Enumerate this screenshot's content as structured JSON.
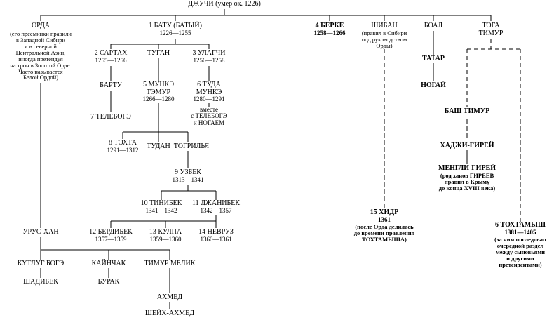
{
  "root": {
    "name": "ДЖУЧИ",
    "note": "(умер ок. 1226)"
  },
  "orda": {
    "name": "ОРДА",
    "note": [
      "(его преемники правили",
      "в Западной Сибири",
      "и в северной",
      "Центральной Азии,",
      "иногда претендуя",
      "на трон в Золотой Орде.",
      "Часто называется",
      "Белой Ордой)"
    ]
  },
  "batu": {
    "name": "1 БАТУ (БАТЫЙ)",
    "dates": "1226—1255"
  },
  "berke": {
    "name": "4 БЕРКЕ",
    "dates": "1258—1266"
  },
  "shiban": {
    "name": "ШИБАН",
    "note": [
      "(правил в Сибири",
      "под руководством",
      "Орды)"
    ]
  },
  "boal": {
    "name": "БОАЛ"
  },
  "toga": {
    "name": [
      "ТОГА",
      "ТИМУР"
    ]
  },
  "sartakh": {
    "name": "2 САРТАХ",
    "dates": "1255—1256"
  },
  "tugan": {
    "name": "ТУГАН"
  },
  "ulagchi": {
    "name": "3 УЛАГЧИ",
    "dates": "1256—1258"
  },
  "tatar": {
    "name": "ТАТАР"
  },
  "nogai": {
    "name": "НОГАЙ"
  },
  "bartu": {
    "name": "БАРТУ"
  },
  "munke": {
    "name": [
      "5 МУНКЭ",
      "ТЭМУР"
    ],
    "dates": "1266—1280"
  },
  "tuda": {
    "name": [
      "6 ТУДА",
      "МУНКЭ"
    ],
    "dates": "1280—1291"
  },
  "together": {
    "note": [
      "вместе",
      "с ТЕЛЕБОГЭ",
      "и НОГАЕМ"
    ]
  },
  "telebuga": {
    "name": "7 ТЕЛЕБОГЭ"
  },
  "bash": {
    "name": "БАШ ТИМУР"
  },
  "tokhta": {
    "name": "8 ТОХТА",
    "dates": "1291—1312"
  },
  "tudan": {
    "name": "ТУДАН"
  },
  "togrilya": {
    "name": "ТОГРИЛЬЯ"
  },
  "hadji": {
    "name": "ХАДЖИ-ГИРЕЙ"
  },
  "mengli": {
    "name": "МЕНГЛИ-ГИРЕЙ",
    "note": [
      "(род ханов ГИРЕЕВ",
      "правил в Крыму",
      "до конца XVIII века)"
    ]
  },
  "uzbek": {
    "name": "9 УЗБЕК",
    "dates": "1313—1341"
  },
  "tinibek": {
    "name": "10 ТИНИБЕК",
    "dates": "1341—1342"
  },
  "djanibek": {
    "name": "11 ДЖАНИБЕК",
    "dates": "1342—1357"
  },
  "khidr": {
    "name": "15 ХИДР",
    "dates": "1361",
    "note": [
      "(после Орда делилась",
      "до времени правления",
      "ТОХТАМЫША)"
    ]
  },
  "urus": {
    "name": "УРУС-ХАН"
  },
  "tokhtamysh": {
    "name": "6 ТОХТАМЫШ",
    "dates": "1381—1405",
    "note": [
      "(за ним последовал",
      "очередной раздел",
      "между сыновьями",
      "и другими",
      "претендентами)"
    ]
  },
  "berdibek": {
    "name": "12 БЕРДИБЕК",
    "dates": "1357—1359"
  },
  "kulpa": {
    "name": "13 КУЛПА",
    "dates": "1359—1360"
  },
  "nevruz": {
    "name": "14 НЕВРУЗ",
    "dates": "1360—1361"
  },
  "kutlug": {
    "name": "КУТЛУГ БОГЭ"
  },
  "kainchak": {
    "name": "КАЙНЧАК"
  },
  "timurmelik": {
    "name": "ТИМУР МЕЛИК"
  },
  "shadibek": {
    "name": "ШАДИБЕК"
  },
  "burak": {
    "name": "БУРАК"
  },
  "akhmed": {
    "name": "АХМЕД"
  },
  "sheikh": {
    "name": "ШЕЙХ-АХМЕД"
  }
}
